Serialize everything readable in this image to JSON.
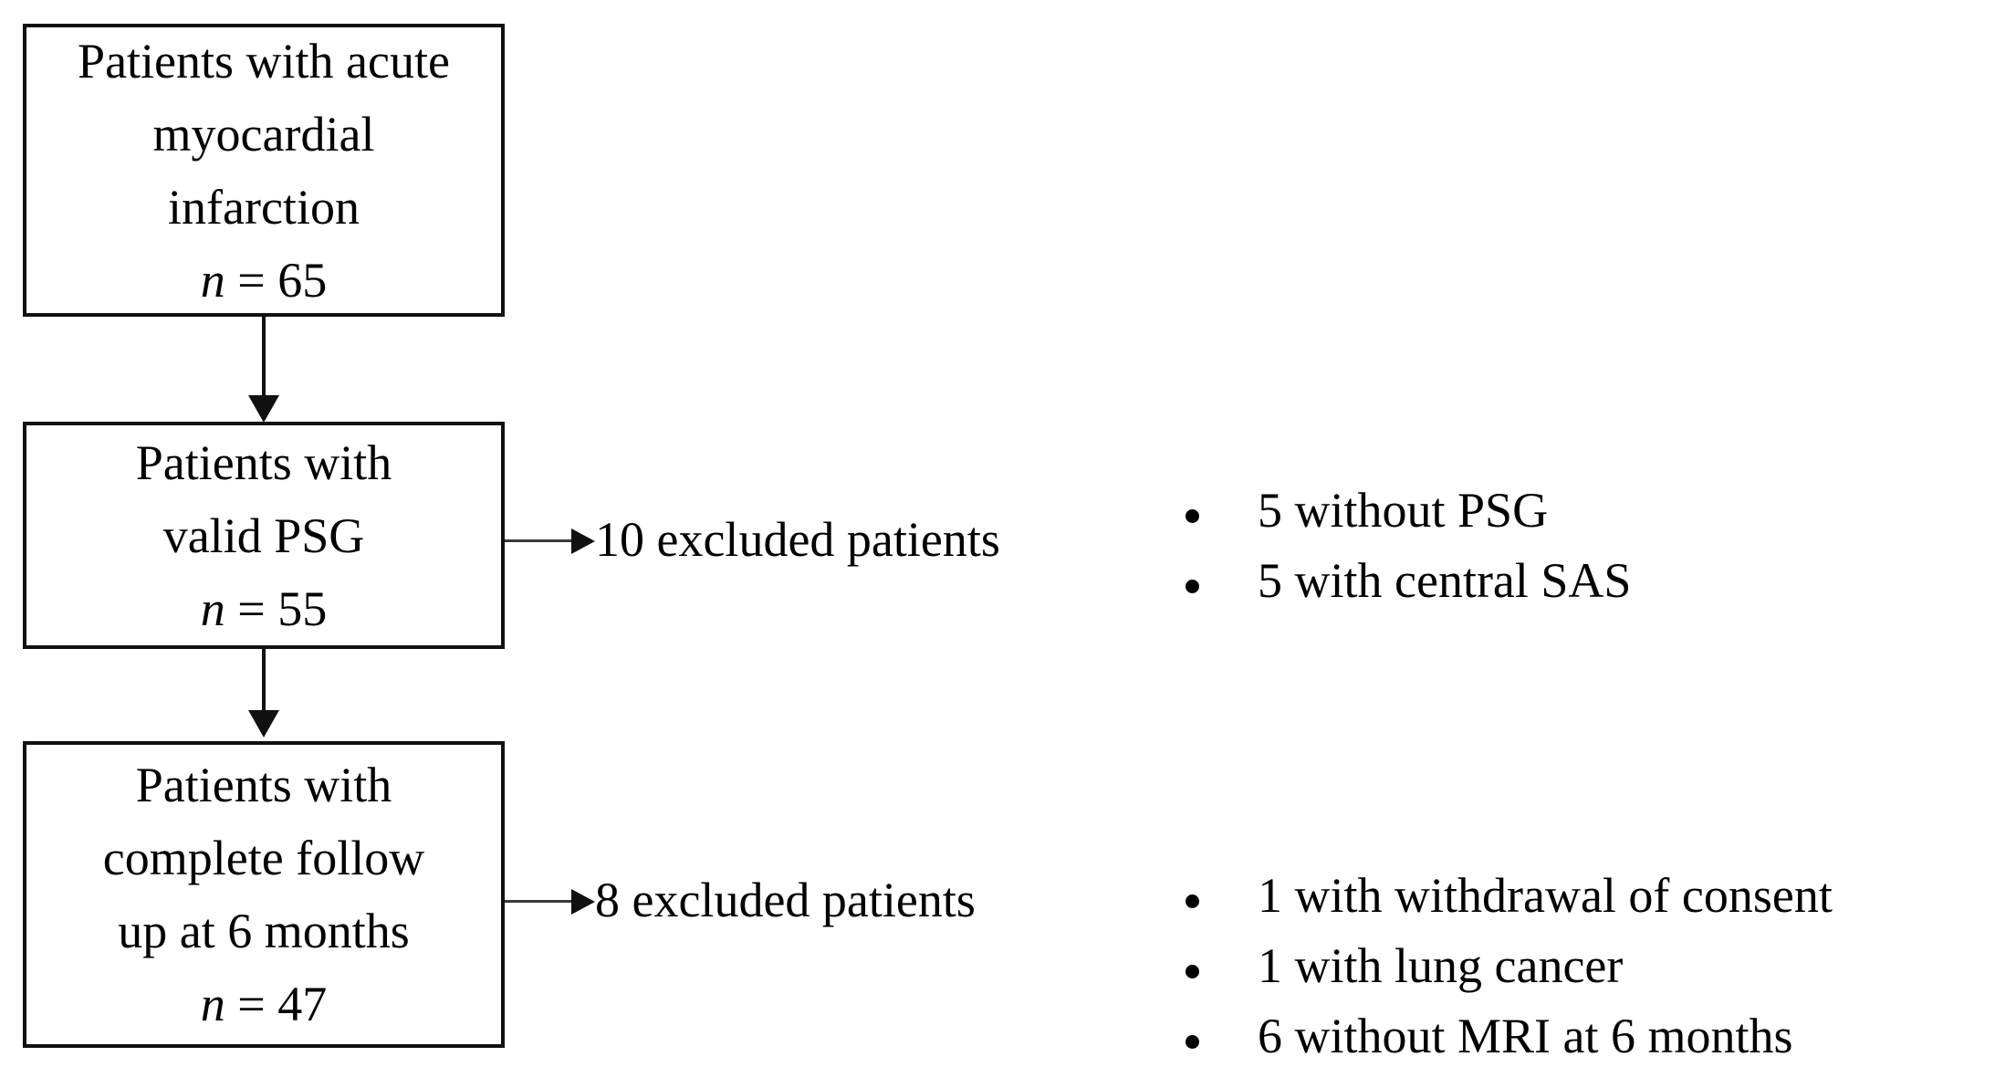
{
  "diagram": {
    "type": "patient-flow-diagram",
    "boxes": [
      {
        "id": "acute-mi",
        "lines": [
          "Patients with acute",
          "myocardial",
          "infarction"
        ],
        "count_prefix": "n",
        "count_equals": " = ",
        "count_value": "65",
        "count_text": "n = 65"
      },
      {
        "id": "valid-psg",
        "lines": [
          "Patients with",
          "valid PSG"
        ],
        "count_prefix": "n",
        "count_equals": " = ",
        "count_value": "55",
        "count_text": "n = 55"
      },
      {
        "id": "complete-followup",
        "lines": [
          "Patients with",
          "complete follow",
          "up at 6 months"
        ],
        "count_prefix": "n",
        "count_equals": " = ",
        "count_value": "47",
        "count_text": "n = 47"
      }
    ],
    "exclusions": [
      {
        "id": "exclusion-after-psg",
        "label": "10 excluded patients",
        "count": 10,
        "reasons": [
          "5 without PSG",
          "5 with central SAS"
        ]
      },
      {
        "id": "exclusion-after-followup",
        "label": "8 excluded patients",
        "count": 8,
        "reasons": [
          "1 with withdrawal of consent",
          "1 with lung cancer",
          "6 without MRI at 6 months"
        ]
      }
    ],
    "colors": {
      "background": "#ffffff",
      "box_border": "#111111",
      "text": "#000000",
      "connector": "#111111"
    }
  }
}
